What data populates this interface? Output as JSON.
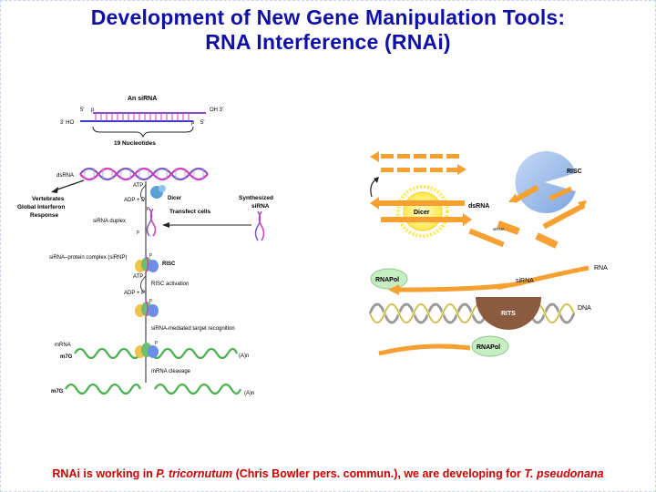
{
  "slide": {
    "title_line1": "Development of New Gene Manipulation Tools:",
    "title_line2": "RNA Interference (RNAi)"
  },
  "left_diagram": {
    "sirna_title": "An siRNA",
    "five_prime": "5'",
    "p": "p",
    "oh_3": "OH  3'",
    "three_ho": "3'  HO",
    "five_prime_right": "5'",
    "nucleotides": "19 Nucleotides",
    "dsrna": "dsRNA",
    "atp": "ATP",
    "adp_pi": "ADP + Pi",
    "dicer": "Dicer",
    "vertebrates": [
      "Vertebrates",
      "Global Interferon",
      "Response"
    ],
    "synthesized": [
      "Synthesized",
      "siRNA"
    ],
    "transfect": "Transfect cells",
    "sirna_duplex": "siRNA duplex",
    "sirnp": "siRNA–protein complex (siRNP)",
    "risc": "RISC",
    "atp2": "ATP",
    "risc_activation": "RISC activation",
    "adp_pi2": "ADP + Pi",
    "target_recognition": "siRNA-mediated target recognition",
    "mrna": "mRNA",
    "m7g": "m7G",
    "an": "(A)n",
    "mrna_cleavage": "mRNA cleavage",
    "m7g2": "m7G",
    "an2": "(A)n"
  },
  "right_diagram": {
    "risc": "RISC",
    "dicer": "Dicer",
    "dsrna": "dsRNA",
    "sirna_small": "siRNA",
    "rnapol1": "RNAPol",
    "rna": "RNA",
    "sirna": "siRNA",
    "rits": "RITS",
    "dna": "DNA",
    "rnapol2": "RNAPol"
  },
  "footer": {
    "part1": "RNAi is working in ",
    "species1": "P. tricornutum",
    "part2": " (Chris Bowler pers. commun.), we are developing for ",
    "species2": "T. pseudonana"
  },
  "colors": {
    "title": "#1010a8",
    "footer": "#cc0000",
    "orange": "#f5a030",
    "risc_blue": "#8fb2e6",
    "dicer_yellow": "#fff06a",
    "rnapol_green": "#c6eec2",
    "rits_brown": "#8a5b3e",
    "strand_purple": "#7e57c2",
    "strand_magenta": "#d13bbd",
    "mrna_green": "#4caf50"
  }
}
